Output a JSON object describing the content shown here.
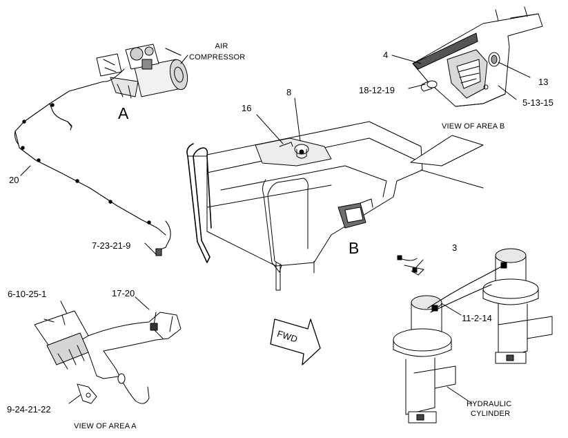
{
  "labels": {
    "air_compressor_1": "AIR",
    "air_compressor_2": "COMPRESSOR",
    "area_a": "A",
    "area_b": "B",
    "part_20": "20",
    "part_7_23_21_9": "7-23-21-9",
    "part_16": "16",
    "part_8": "8",
    "part_4": "4",
    "part_18_12_19": "18-12-19",
    "part_13": "13",
    "part_5_13_15": "5-13-15",
    "view_area_b": "VIEW OF AREA  B",
    "part_3": "3",
    "part_6_10_25_1": "6-10-25-1",
    "part_17_20": "17-20",
    "part_9_24_21_22": "9-24-21-22",
    "view_area_a": "VIEW OF AREA  A",
    "fwd": "FWD",
    "part_11_2_14": "11-2-14",
    "hydraulic_1": "HYDRAULIC",
    "hydraulic_2": "CYLINDER"
  },
  "colors": {
    "line": "#000000",
    "background": "#ffffff",
    "shade": "#bdbdbd"
  }
}
